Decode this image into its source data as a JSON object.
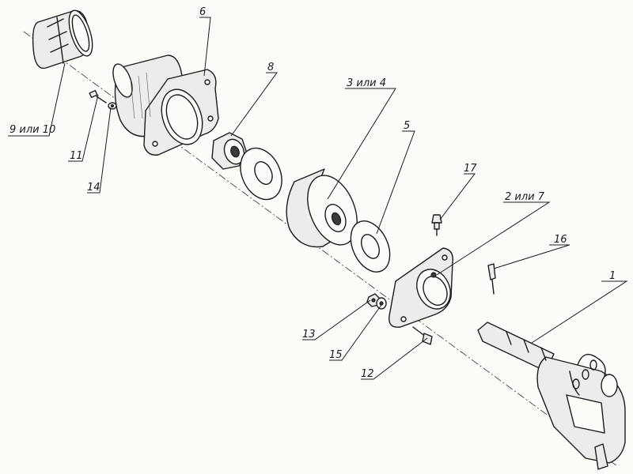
{
  "callouts": [
    {
      "id": "p1",
      "label": "1"
    },
    {
      "id": "p2",
      "label": "2 или 7"
    },
    {
      "id": "p3",
      "label": "3 или 4"
    },
    {
      "id": "p5",
      "label": "5"
    },
    {
      "id": "p6",
      "label": "6"
    },
    {
      "id": "p8",
      "label": "8"
    },
    {
      "id": "p9",
      "label": "9 или 10"
    },
    {
      "id": "p11",
      "label": "11"
    },
    {
      "id": "p12",
      "label": "12"
    },
    {
      "id": "p13",
      "label": "13"
    },
    {
      "id": "p14",
      "label": "14"
    },
    {
      "id": "p15",
      "label": "15"
    },
    {
      "id": "p16",
      "label": "16"
    },
    {
      "id": "p17",
      "label": "17"
    }
  ]
}
